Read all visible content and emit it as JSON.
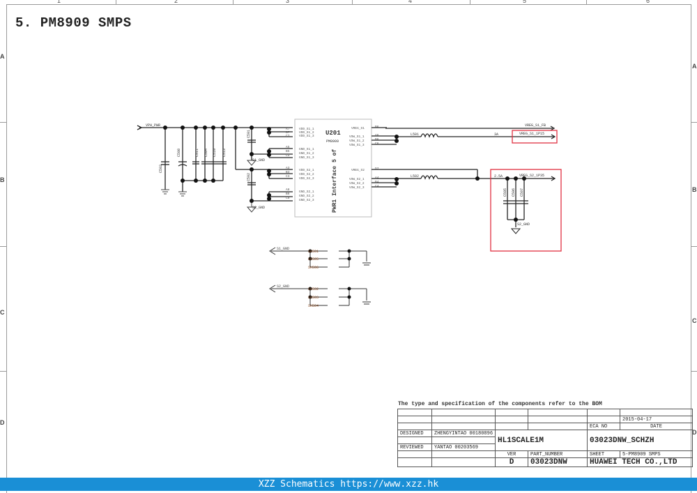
{
  "page": {
    "title": "5. PM8909 SMPS",
    "columns": [
      "1",
      "2",
      "3",
      "4",
      "5",
      "6"
    ],
    "rows": [
      "A",
      "B",
      "C",
      "D"
    ]
  },
  "schematic": {
    "input_net": "VPH_PWR",
    "ic": {
      "ref": "U201",
      "part": "PM8909",
      "vertical_label": "PWR1 Interface 5 of",
      "left_pins": [
        {
          "pin": "A7",
          "name": "VDD_S1_1"
        },
        {
          "pin": "B7",
          "name": "VDD_S1_2"
        },
        {
          "pin": "C7",
          "name": "VDD_S1_3"
        },
        {
          "pin": "A5",
          "name": "GND_S1_1"
        },
        {
          "pin": "B5",
          "name": "GND_S1_2"
        },
        {
          "pin": "C5",
          "name": "GND_S1_3"
        },
        {
          "pin": "A3",
          "name": "VDD_S2_1"
        },
        {
          "pin": "B3",
          "name": "VDD_S2_2"
        },
        {
          "pin": "C3",
          "name": "VDD_S2_3"
        },
        {
          "pin": "A8",
          "name": "GND_S2_1"
        },
        {
          "pin": "B8",
          "name": "GND_S2_2"
        },
        {
          "pin": "C8",
          "name": "GND_S2_3"
        }
      ],
      "right_pins": [
        {
          "pin": "B6",
          "name": "VREG_S1"
        },
        {
          "pin": "A6",
          "name": "VSW_S1_1"
        },
        {
          "pin": "B6",
          "name": "VSW_S1_2"
        },
        {
          "pin": "C6",
          "name": "VSW_S1_3"
        },
        {
          "pin": "D7",
          "name": "VREG_S2"
        },
        {
          "pin": "A4",
          "name": "VSW_S2_1"
        },
        {
          "pin": "B4",
          "name": "VSW_S2_2"
        },
        {
          "pin": "C4",
          "name": "VSW_S2_3"
        }
      ]
    },
    "caps": [
      "C503",
      "C508",
      "C511",
      "C504",
      "C510",
      "C513",
      "C501",
      "C502",
      "C505",
      "C506",
      "C507"
    ],
    "inductors": [
      "L501",
      "L502"
    ],
    "nets": {
      "s1_fb": "VREG_S1_FB",
      "s1_out": "VREG_S1_1P15",
      "s1_current": "3A",
      "s2_out": "VREG_S2_1P35",
      "s2_current": "2.5A",
      "s1_gnd": "S1_GND",
      "s2_gnd": "S2_GND"
    },
    "gnd_shorts": {
      "s1": [
        "SH501",
        "SH505",
        "SH506"
      ],
      "s2": [
        "SH502",
        "SH503",
        "SH504"
      ]
    }
  },
  "title_block": {
    "note": "The type and specification of the components  refer to the BOM",
    "date": "2015-04-17",
    "eca_no_label": "ECA NO",
    "date_label": "DATE",
    "designed_label": "DESIGNED",
    "designed_by": "ZHENGYINTAO 00180896",
    "reviewed_label": "REVIEWED",
    "reviewed_by": "YANTAO 00203569",
    "project": "HL1SCALE1M",
    "drawing_no": "03023DNW_SCHZH",
    "ver_label": "VER",
    "part_number_label": "PART_NUMBER",
    "sheet_label": "SHEET",
    "sheet_value": "5-PM8909 SMPS",
    "ver": "D",
    "part_number": "03023DNW",
    "company": "HUAWEI TECH CO.,LTD"
  },
  "footer": {
    "text": "XZZ Schematics https://www.xzz.hk"
  },
  "colors": {
    "footer_bg": "#1a8fd6",
    "highlight": "#e03040"
  }
}
